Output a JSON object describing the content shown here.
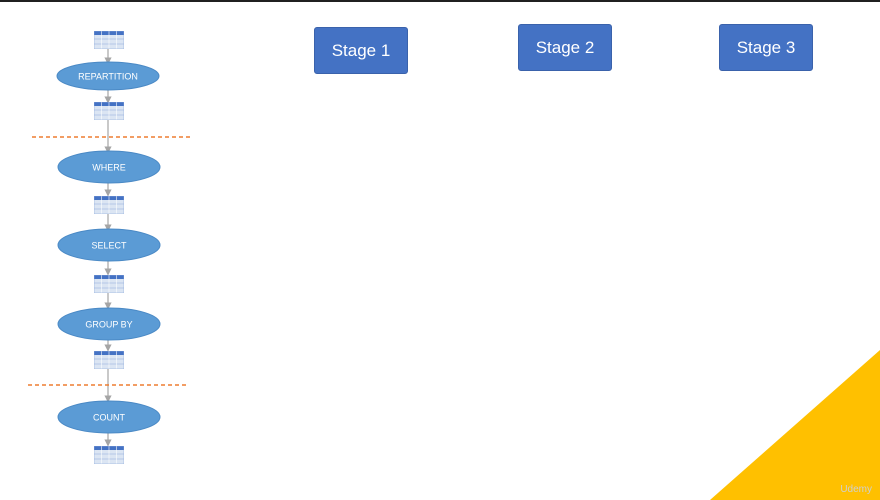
{
  "stages": [
    {
      "label": "Stage 1"
    },
    {
      "label": "Stage 2"
    },
    {
      "label": "Stage 3"
    }
  ],
  "operations": [
    {
      "label": "REPARTITION"
    },
    {
      "label": "WHERE"
    },
    {
      "label": "SELECT"
    },
    {
      "label": "GROUP BY"
    },
    {
      "label": "COUNT"
    }
  ],
  "table_icon_count": 6,
  "stage_boundaries_after_operation": [
    "REPARTITION",
    "GROUP BY"
  ],
  "colors": {
    "ellipse_fill": "#5b9bd5",
    "stage_fill": "#4472c4",
    "boundary_dash": "#ed7d31",
    "arrow": "#a5a5a5",
    "corner_accent": "#ffc000",
    "table_header": "#4472c4"
  },
  "watermark": "Udemy"
}
